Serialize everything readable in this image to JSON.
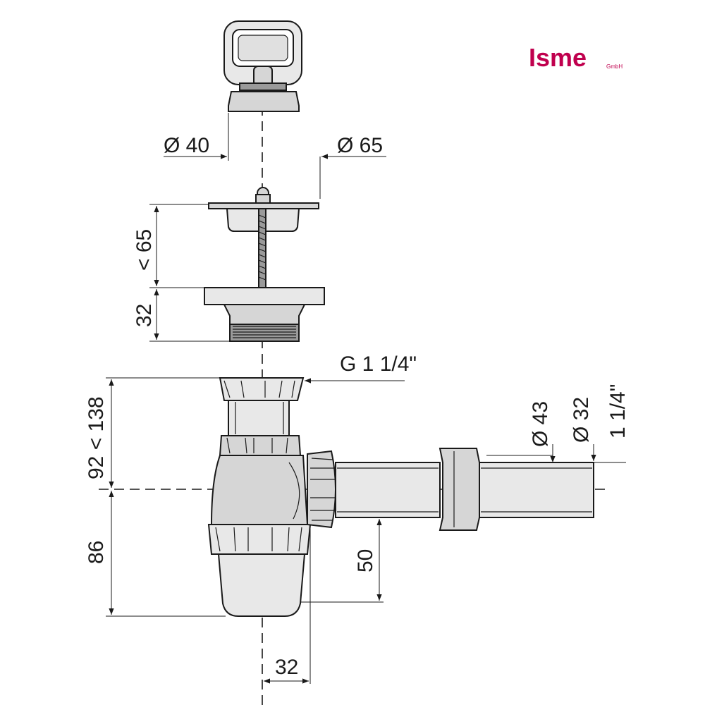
{
  "brand": {
    "name": "Isme",
    "suffix": "GmbH",
    "color": "#c0004e"
  },
  "dimensions": {
    "plug_diameter": "Ø 40",
    "strainer_diameter": "Ø 65",
    "strainer_height": "< 65",
    "flange_height": "32",
    "thread": "G 1 1/4\"",
    "trap_height": "92 < 138",
    "bowl_height": "86",
    "outlet_height": "50",
    "offset": "32",
    "outlet_outer": "Ø 43",
    "outlet_inner": "Ø 32",
    "outlet_thread": "1 1/4\""
  }
}
